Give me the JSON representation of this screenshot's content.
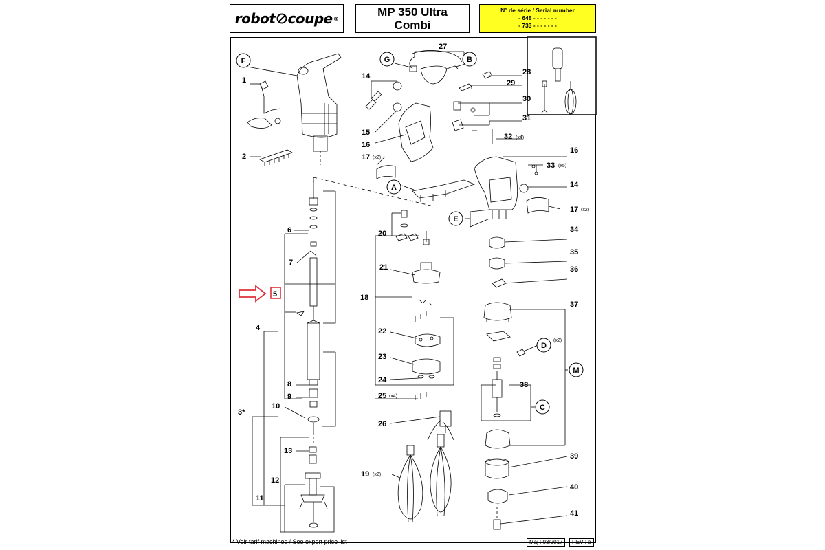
{
  "header": {
    "logo_left": "robot",
    "logo_right": "coupe",
    "logo_reg": "®",
    "model_line1": "MP 350 Ultra",
    "model_line2": "Combi",
    "serial_title": "N° de série / Serial number",
    "serial_line1": "- 648 - - - - -   - -",
    "serial_line2": "- 733 - - - - -   - -"
  },
  "footer": {
    "note": "* Voir tarif machines / See export price list",
    "date": "Maj : 03/2017",
    "rev": "REV : a"
  },
  "callouts": {
    "circles": [
      "F",
      "G",
      "B",
      "A",
      "E",
      "D",
      "M",
      "C"
    ],
    "numbers": [
      "1",
      "2",
      "3*",
      "4",
      "5",
      "6",
      "7",
      "8",
      "9",
      "10",
      "11",
      "12",
      "13",
      "14",
      "15",
      "16",
      "17",
      "18",
      "19",
      "20",
      "21",
      "22",
      "23",
      "24",
      "25",
      "26",
      "27",
      "28",
      "29",
      "30",
      "31",
      "32",
      "33",
      "34",
      "35",
      "36",
      "37",
      "38",
      "39",
      "40",
      "41"
    ],
    "quantities": {
      "q17a": "(x2)",
      "q17b": "(x2)",
      "q32": "(x4)",
      "q33": "(x5)",
      "q25": "(x4)",
      "q19": "(x2)",
      "qD": "(x2)"
    }
  },
  "colors": {
    "highlight_arrow": "#e0303a",
    "serial_bg": "#ffff22"
  }
}
